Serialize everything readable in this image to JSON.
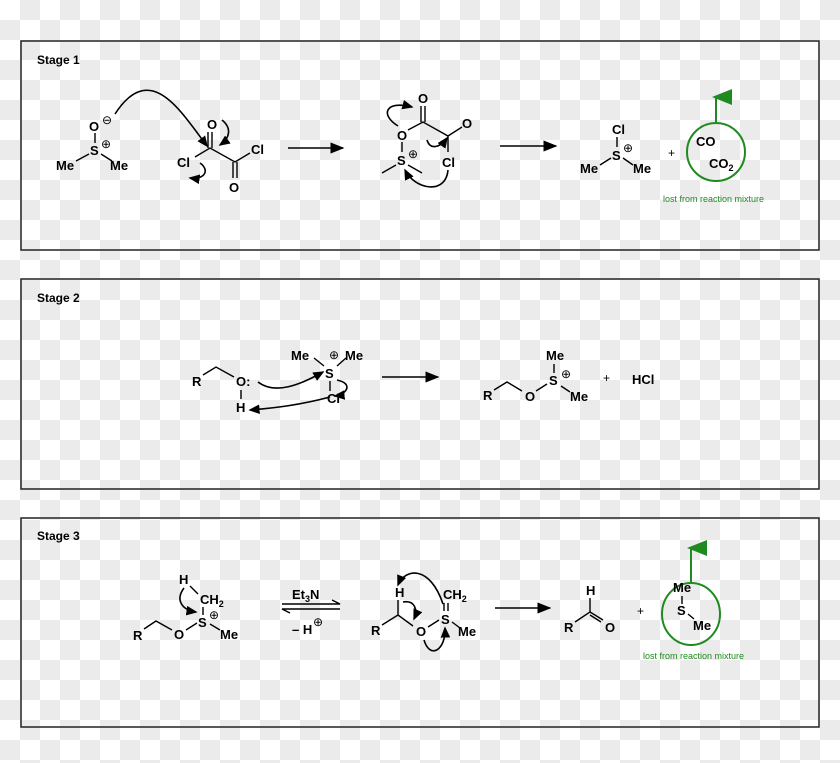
{
  "stages": [
    {
      "title": "Stage 1",
      "dmso": {
        "o": "O",
        "o_charge": "⊖",
        "s": "S",
        "s_charge": "⊕",
        "me1": "Me",
        "me2": "Me"
      },
      "oxalyl": {
        "o_top": "O",
        "o_bottom": "O",
        "cl_left": "Cl",
        "cl_right": "Cl"
      },
      "intermediate": {
        "o_s": "O",
        "s": "S",
        "s_charge": "⊕",
        "o_top": "O",
        "o_right": "O",
        "cl": "Cl"
      },
      "product": {
        "cl": "Cl",
        "s": "S",
        "s_charge": "⊕",
        "me1": "Me",
        "me2": "Me"
      },
      "plus": "+",
      "gases": {
        "co": "CO",
        "co2": "CO",
        "co2_sub": "2"
      },
      "note": "lost from reaction mixture"
    },
    {
      "title": "Stage 2",
      "alcohol": {
        "r": "R",
        "o": "O:",
        "h": "H"
      },
      "reagent": {
        "me1": "Me",
        "charge": "⊕",
        "me2": "Me",
        "s": "S",
        "cl": "Cl"
      },
      "product": {
        "r": "R",
        "o": "O",
        "s": "S",
        "s_charge": "⊕",
        "me_top": "Me",
        "me": "Me"
      },
      "plus": "+",
      "byproduct": "HCl"
    },
    {
      "title": "Stage 3",
      "start": {
        "h": "H",
        "ch": "CH",
        "ch_sub": "2",
        "s": "S",
        "s_charge": "⊕",
        "me": "Me",
        "r": "R",
        "o": "O"
      },
      "conditions": {
        "base": "Et",
        "base_sub": "3",
        "base_end": "N",
        "minus_h": "– H",
        "h_charge": "⊕"
      },
      "ylide": {
        "h": "H",
        "r": "R",
        "o": "O",
        "s": "S",
        "ch": "CH",
        "ch_sub": "2",
        "me": "Me"
      },
      "aldehyde": {
        "h": "H",
        "r": "R",
        "o": "O"
      },
      "plus": "+",
      "dms": {
        "me1": "Me",
        "s": "S",
        "me2": "Me"
      },
      "note": "lost from reaction mixture"
    }
  ],
  "colors": {
    "lost_highlight": "#1f8a1f",
    "ink": "#000000"
  }
}
